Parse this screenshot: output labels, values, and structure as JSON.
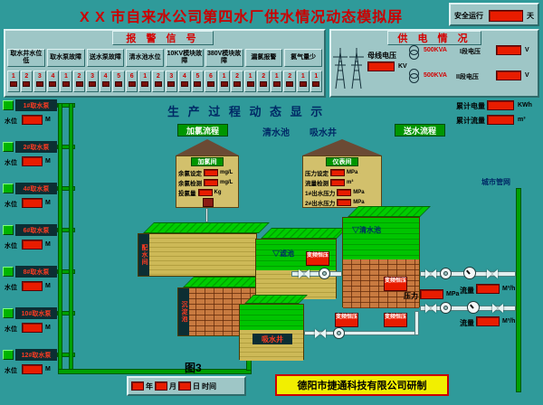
{
  "title_bar": {
    "title": "X X 市自来水公司第四水厂供水情况动态模拟屏",
    "safe_run_label": "安全运行",
    "safe_run_unit": "天"
  },
  "alarm_panel": {
    "header": "报 警 信 号",
    "groups": [
      {
        "label": "取水井水位低",
        "count": 4
      },
      {
        "label": "取水泵故障",
        "count": 6
      },
      {
        "label": "送水泵故障",
        "count": 6
      },
      {
        "label": "清水池水位",
        "count": 2
      },
      {
        "label": "10KV模块故障",
        "count": 2
      },
      {
        "label": "380V模块故障",
        "count": 2
      },
      {
        "label": "漏氯报警",
        "count": 1
      },
      {
        "label": "氯气量少",
        "count": 1
      }
    ]
  },
  "power_panel": {
    "header": "供 电 情 况",
    "busbar_label": "母线电压",
    "busbar_unit": "KV",
    "feeders": [
      {
        "kva": "500KVA",
        "section": "I段电压",
        "unit": "V"
      },
      {
        "kva": "500KVA",
        "section": "II段电压",
        "unit": "V"
      }
    ]
  },
  "totals": {
    "energy_label": "累计电量",
    "energy_unit": "KWh",
    "flow_label": "累计流量",
    "flow_unit": "m³"
  },
  "process": {
    "title": "生 产 过 程 动 态 显 示",
    "chlorine_flow": "加氯流程",
    "clear_pool": "清水池",
    "suction_well": "吸水井",
    "delivery_flow": "送水流程"
  },
  "chlorine_house": {
    "name": "加氯间",
    "rows": [
      {
        "label": "余氯设定",
        "unit": "mg/L"
      },
      {
        "label": "余氯检测",
        "unit": "mg/L"
      },
      {
        "label": "投氯量",
        "unit": "Kg"
      }
    ]
  },
  "meter_house": {
    "name": "仪表间",
    "rows": [
      {
        "label": "压力设定",
        "unit": "MPa"
      },
      {
        "label": "流量检测",
        "unit": "m³"
      },
      {
        "label": "1#出水压力",
        "unit": "MPa"
      },
      {
        "label": "2#出水压力",
        "unit": "MPa"
      }
    ]
  },
  "pump_column": {
    "level_label": "水位",
    "level_unit": "M",
    "units": [
      "1#取水泵",
      "2#取水泵",
      "4#取水泵",
      "6#取水泵",
      "8#取水泵",
      "10#取水泵",
      "12#取水泵"
    ]
  },
  "tanks": {
    "t1": "配水间",
    "t2": "沉淀池",
    "t3": "▽滤池",
    "t4": "▽清水池",
    "t5": "吸水井"
  },
  "vfd_label": "变频恒压",
  "outlet": {
    "pressure_label": "压力",
    "pressure_unit": "MPa",
    "flow_label": "流量",
    "flow_unit": "M³/h",
    "network_label": "城市管网"
  },
  "footer": {
    "figure": "图3",
    "date_labels": {
      "year": "年",
      "month": "月",
      "day": "日",
      "time": "时间"
    },
    "company": "德阳市捷通科技有限公司研制"
  }
}
